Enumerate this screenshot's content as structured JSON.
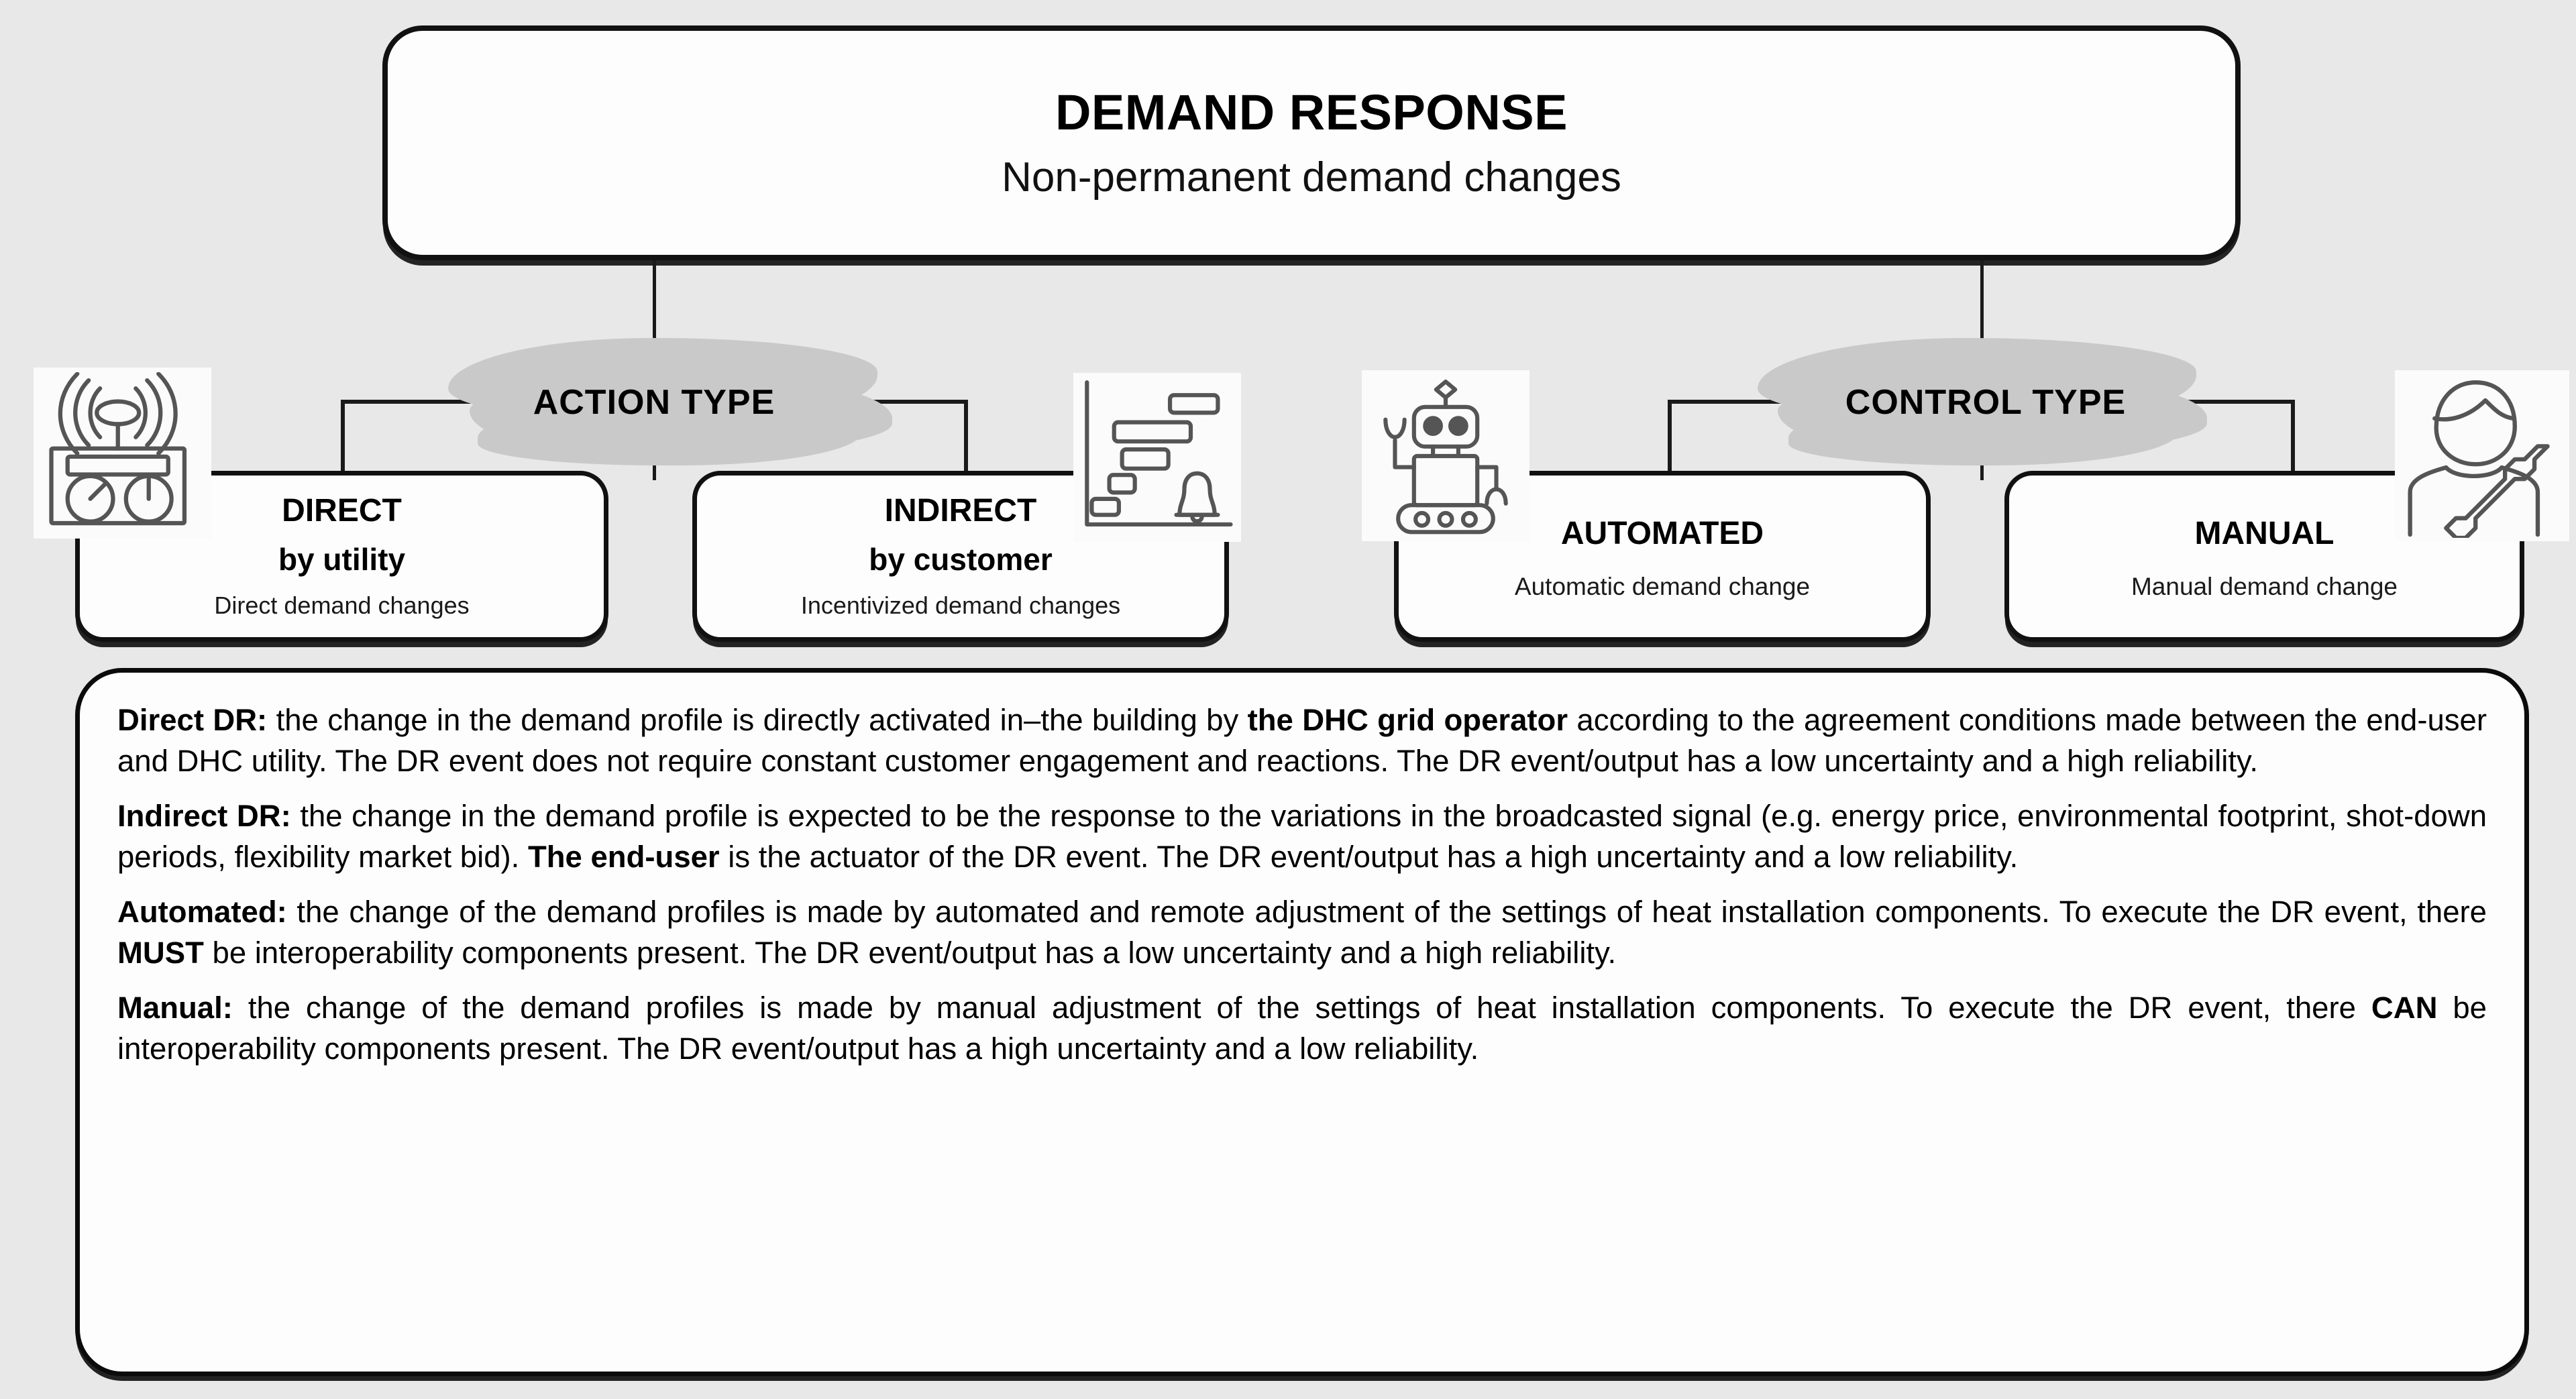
{
  "root": {
    "title": "DEMAND RESPONSE",
    "subtitle": "Non-permanent demand changes"
  },
  "groups": [
    {
      "id": "action-type",
      "label": "ACTION TYPE"
    },
    {
      "id": "control-type",
      "label": "CONTROL TYPE"
    }
  ],
  "leaves": [
    {
      "id": "direct",
      "title": "DIRECT",
      "by": "by utility",
      "caption": "Direct demand changes",
      "icon": "radio-receiver-icon"
    },
    {
      "id": "indirect",
      "title": "INDIRECT",
      "by": "by customer",
      "caption": "Incentivized demand changes",
      "icon": "gantt-chart-bell-icon"
    },
    {
      "id": "automated",
      "title": "AUTOMATED",
      "by": "",
      "caption": "Automatic demand change",
      "icon": "robot-icon"
    },
    {
      "id": "manual",
      "title": "MANUAL",
      "by": "",
      "caption": "Manual demand change",
      "icon": "technician-wrench-icon"
    }
  ],
  "descriptions": [
    {
      "id": "direct-dr",
      "term": "Direct DR:",
      "html": "<b>Direct DR:</b> the change in the demand profile is directly activated in&ndash;the building by <b>the DHC grid operator</b> according to the agreement conditions made between the end-user and DHC utility. The DR event does not require constant customer engagement and reactions. The DR event/output has a low uncertainty and a high reliability."
    },
    {
      "id": "indirect-dr",
      "term": "Indirect DR:",
      "html": "<b>Indirect DR:</b> the change in the demand profile is expected to be the response to the variations in the broadcasted signal (e.g. energy price, environmental footprint, shot-down periods, flexibility market bid). <b>The end-user</b> is the actuator of the DR event. The DR event/output has a high uncertainty and a low reliability."
    },
    {
      "id": "automated-dr",
      "term": "Automated:",
      "html": "<b>Automated:</b> the change of the demand profiles is made by automated and remote adjustment of the settings of heat installation components. To execute the DR event, there <b>MUST</b> be interoperability components present. The DR event/output has a low uncertainty and a high reliability."
    },
    {
      "id": "manual-dr",
      "term": "Manual:",
      "html": "<b>Manual:</b> the change of the demand profiles is made by manual adjustment of the settings of heat installation components. To execute the DR event, there <b>CAN</b> be interoperability components present. The DR event/output has a high uncertainty and a low reliability."
    }
  ],
  "colors": {
    "background": "#e8e8e8",
    "node_fill": "#fdfdfd",
    "node_border": "#111111",
    "highlight_smudge": "#c9c9c9",
    "icon_stroke": "#555555",
    "text": "#000000"
  }
}
